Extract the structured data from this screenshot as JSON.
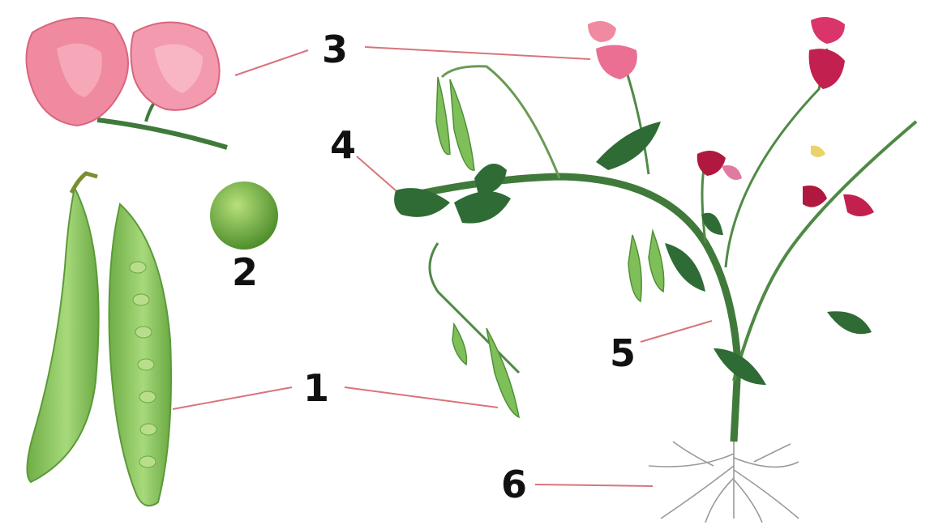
{
  "labels": {
    "pod": "1",
    "seed": "2",
    "flower": "3",
    "tendril": "4",
    "stem": "5",
    "root": "6"
  },
  "colors": {
    "leader_line": "#d9747a",
    "petal_pink": "#f08aa0",
    "petal_magenta": "#c2204f",
    "pod_green": "#8ec96a",
    "leaf_green": "#2f6b35",
    "stem_green": "#3f7a3a",
    "root_grey": "#9a9a9a"
  }
}
